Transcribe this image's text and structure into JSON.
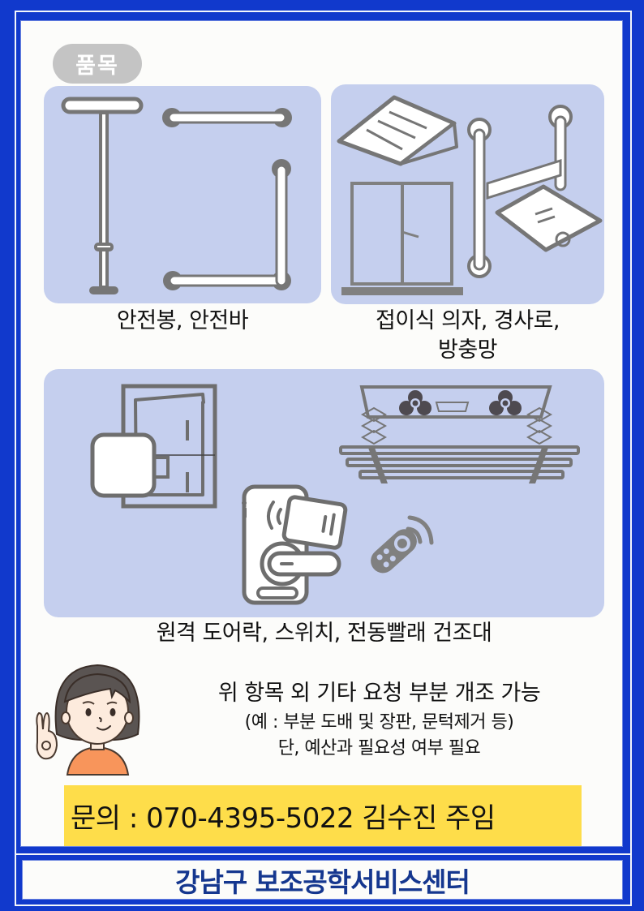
{
  "section_label": "품목",
  "items": [
    {
      "caption": "안전봉, 안전바",
      "icons": [
        "standing-safety-pole",
        "straight-grab-bar",
        "l-shaped-grab-bar"
      ]
    },
    {
      "caption_line1": "접이식 의자, 경사로,",
      "caption_line2": "방충망",
      "icons": [
        "ramp",
        "sliding-screen-door",
        "folding-shower-seat"
      ]
    },
    {
      "caption": "원격 도어락, 스위치, 전동빨래 건조대",
      "icons": [
        "door-switch-robot",
        "smart-door-lock",
        "remote-control",
        "electric-clothes-dryer-rack"
      ]
    }
  ],
  "note": {
    "line1": "위 항목 외 기타 요청 부분 개조 가능",
    "line2": "(예 : 부분 도배 및 장판, 문턱제거 등)",
    "line3": "단, 예산과 필요성 여부 필요"
  },
  "contact": {
    "text": "문의 : 070-4395-5022 김수진 주임",
    "label": "문의",
    "phone": "070-4395-5022",
    "person": "김수진 주임"
  },
  "footer": {
    "title": "강남구 보조공학서비스센터"
  },
  "colors": {
    "frame_blue": "#1139CC",
    "card_bg": "#C5CFEE",
    "pill_gray": "#C4C4C4",
    "contact_yellow": "#FEDD4A",
    "footer_text": "#15378F",
    "icon_gray": "#767676"
  }
}
